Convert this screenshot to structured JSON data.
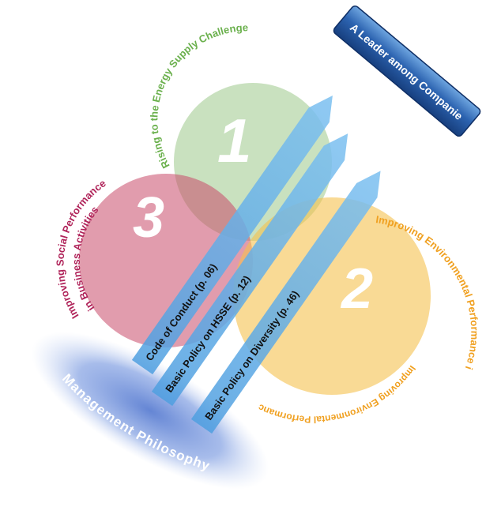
{
  "banner": {
    "label": "A Leader among Companie"
  },
  "circles": [
    {
      "number": "1",
      "label": "Rising to the Energy Supply Challenge",
      "color": "#9cc98a"
    },
    {
      "number": "2",
      "label": "Improving Environmental Performance in Business Activities",
      "color": "#f5c24f"
    },
    {
      "number": "3",
      "label_line1": "Improving Social Performance",
      "label_line2": "in Business Activities",
      "color": "#c94a6a"
    }
  ],
  "arrows": [
    {
      "label": "Code of Conduct (p. 06)"
    },
    {
      "label": "Basic Policy on HSSE (p. 12)"
    },
    {
      "label": "Basic Policy on Diversity (p. 46)"
    }
  ],
  "base": {
    "label": "Management Philosophy"
  },
  "colors": {
    "banner_dark": "#1f4f94",
    "banner_light": "#6fa6e0",
    "arrow": "#5aa9e6",
    "green_text": "#6ab04c",
    "orange_text": "#f0a020",
    "red_text": "#b0245a",
    "base_cloud": "#6c8fd8"
  }
}
